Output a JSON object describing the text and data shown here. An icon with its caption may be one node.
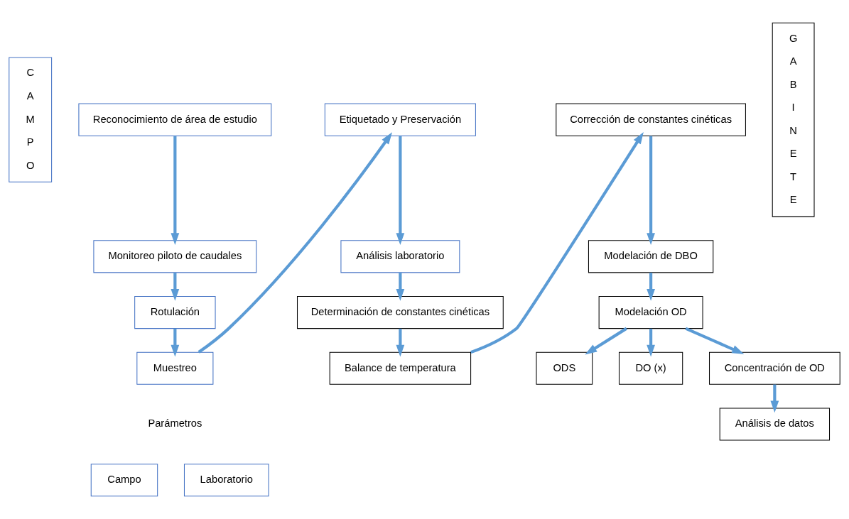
{
  "diagram": {
    "nodes": [
      {
        "text": [
          "C A M P O"
        ]
      },
      {
        "text": [
          "Reconocimiento de área de estudio"
        ]
      },
      {
        "text": [
          "Monitoreo piloto de caudales"
        ]
      },
      {
        "text": [
          "Rotulación"
        ]
      },
      {
        "text": [
          "Muestreo"
        ]
      },
      {
        "text": [
          "Campo"
        ]
      },
      {
        "text": [
          "Laboratorio"
        ]
      },
      {
        "text": [
          "Etiquetado y Preservación"
        ]
      },
      {
        "text": [
          "Análisis laboratorio"
        ]
      },
      {
        "text": [
          "Determinación de constantes cinéticas"
        ]
      },
      {
        "text": [
          "Balance de temperatura"
        ]
      },
      {
        "text": [
          "Corrección de constantes cinéticas"
        ]
      },
      {
        "text": [
          "Modelación de DBO"
        ]
      },
      {
        "text": [
          "Modelación OD"
        ]
      },
      {
        "text": [
          "ODS"
        ]
      },
      {
        "text": [
          "DO (x)"
        ]
      },
      {
        "text": [
          "Concentración de OD"
        ]
      },
      {
        "text": [
          "Análisis de datos"
        ]
      },
      {
        "text": [
          "G A B I N E T E"
        ]
      }
    ],
    "edges": [
      {
        "from": 1,
        "to": 2,
        "arrow": "to"
      },
      {
        "from": 2,
        "to": 3,
        "arrow": "to"
      },
      {
        "from": 3,
        "to": 4,
        "arrow": "to"
      },
      {
        "from": 4,
        "to": 7,
        "arrow": "to"
      },
      {
        "from": 7,
        "to": 8,
        "arrow": "to"
      },
      {
        "from": 8,
        "to": 9,
        "arrow": "to"
      },
      {
        "from": 9,
        "to": 10,
        "arrow": "to"
      },
      {
        "from": 10,
        "to": 11,
        "arrow": "to"
      },
      {
        "from": 11,
        "to": 12,
        "arrow": "to"
      },
      {
        "from": 12,
        "to": 13,
        "arrow": "to"
      },
      {
        "from": 13,
        "to": 14,
        "arrow": "to"
      },
      {
        "from": 13,
        "to": 15,
        "arrow": "to"
      },
      {
        "from": 13,
        "to": 16,
        "arrow": "to"
      },
      {
        "from": 16,
        "to": 17,
        "arrow": "to"
      }
    ],
    "labels": [
      "Parámetros"
    ]
  }
}
